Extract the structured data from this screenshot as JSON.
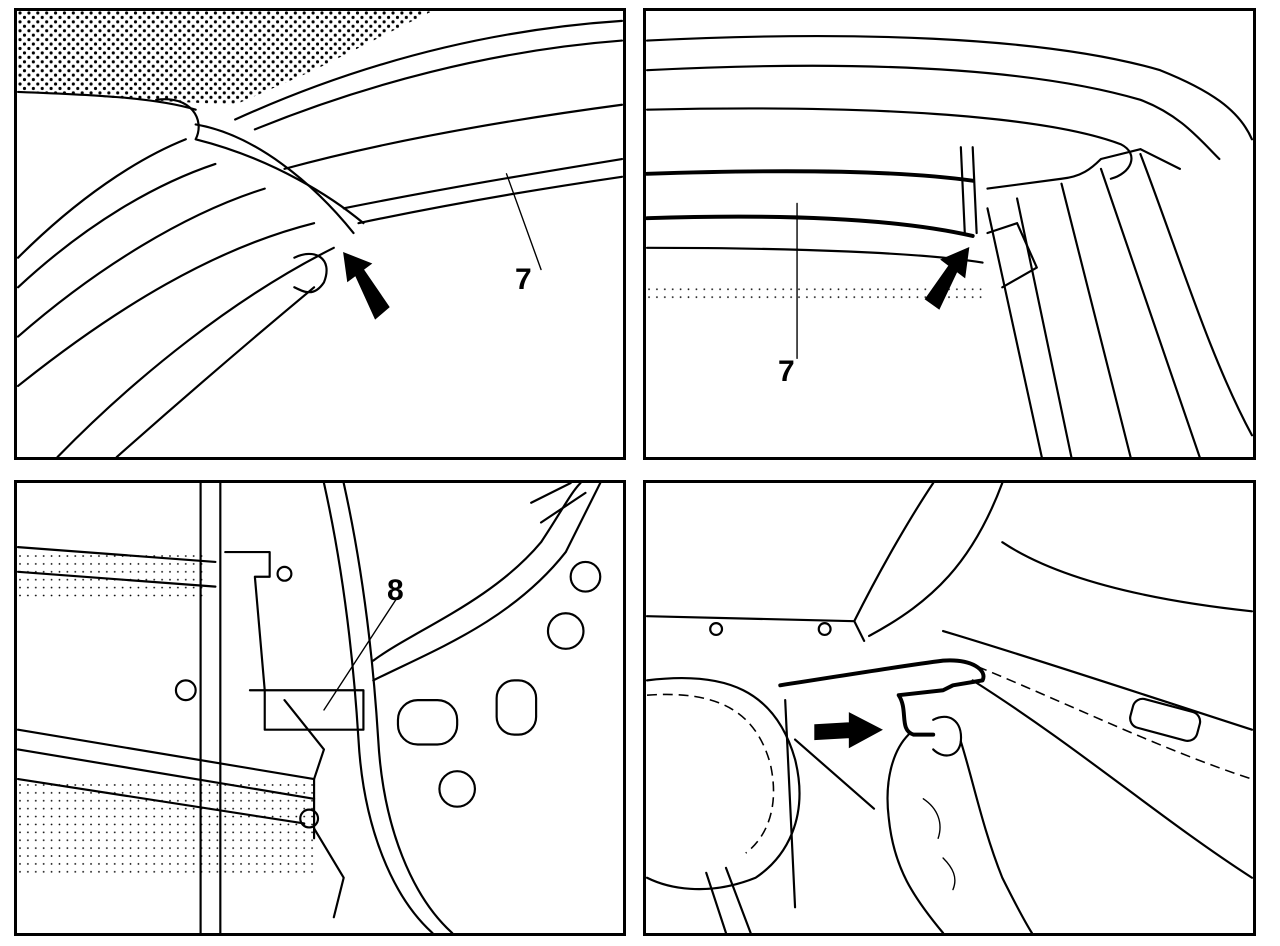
{
  "callouts": {
    "panel1": "7",
    "panel2": "7",
    "panel3": "8"
  },
  "colors": {
    "ink": "#000000",
    "paper": "#ffffff"
  },
  "icons": {
    "pointer": "arrow-icon"
  }
}
